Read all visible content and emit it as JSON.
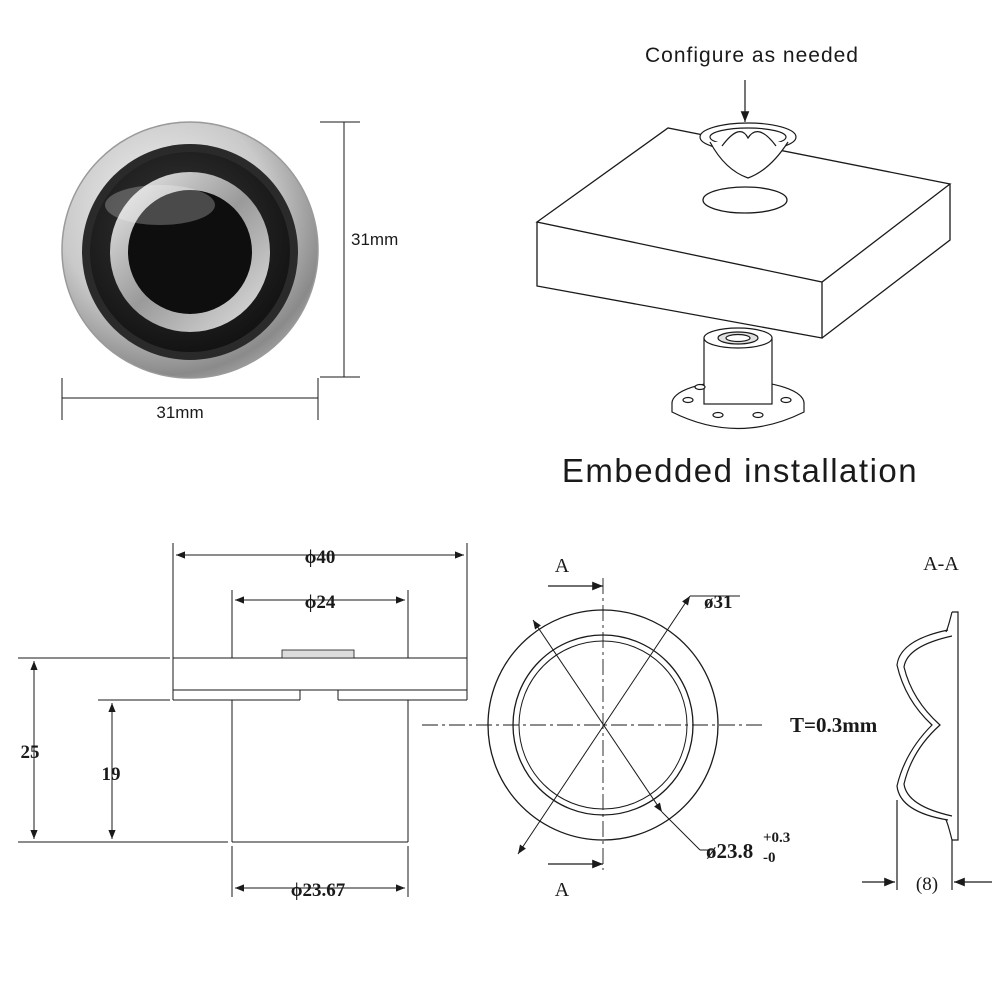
{
  "product_photo": {
    "width_label": "31mm",
    "height_label": "31mm"
  },
  "installation": {
    "callout": "Configure as needed",
    "caption": "Embedded installation"
  },
  "side_view": {
    "outer_diameter": "ϕ40",
    "inner_diameter": "ϕ24",
    "total_height": "25",
    "body_height": "19",
    "base_diameter": "ϕ23.67"
  },
  "section_view": {
    "marker_top": "A",
    "marker_bottom": "A",
    "outer_diameter": "ø31",
    "inner_diameter": "ø23.8",
    "tolerance_upper": "+0.3",
    "tolerance_lower": "-0",
    "thickness": "T=0.3mm"
  },
  "detail_view": {
    "title": "A-A",
    "width": "(8)"
  },
  "colors": {
    "line": "#1a1a1a",
    "steel_light": "#e6e6e6",
    "steel_dark": "#8a8a8a",
    "button_face": "#1a1a1a"
  }
}
